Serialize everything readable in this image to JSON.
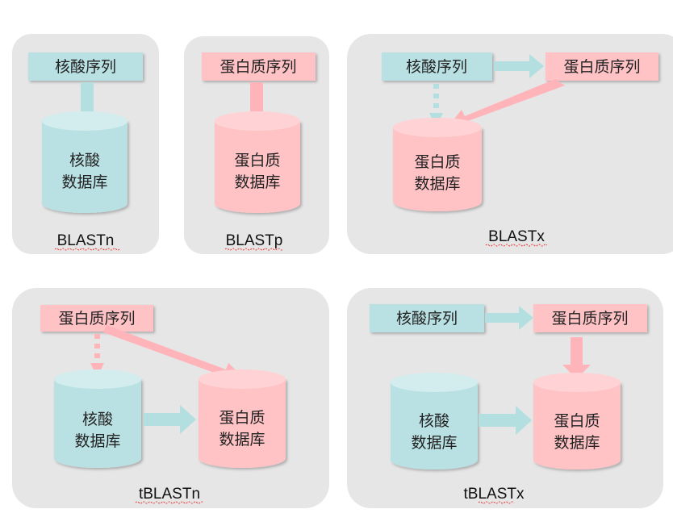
{
  "colors": {
    "panel": "#e6e6e6",
    "nucleotide": "#b9e0e3",
    "protein": "#ffc2c5",
    "nucleotide_arrow": "#b3dfe0",
    "protein_arrow": "#ffb4b9"
  },
  "terms": {
    "nucleotide_seq": "核酸序列",
    "protein_seq": "蛋白质序列",
    "nucleotide_db_1": "核酸",
    "protein_db_1": "蛋白质",
    "db_2": "数据库"
  },
  "panels": [
    {
      "label": "BLASTn"
    },
    {
      "label": "BLASTp"
    },
    {
      "label": "BLASTx"
    },
    {
      "label": "tBLASTn"
    },
    {
      "label": "tBLASTx"
    }
  ]
}
